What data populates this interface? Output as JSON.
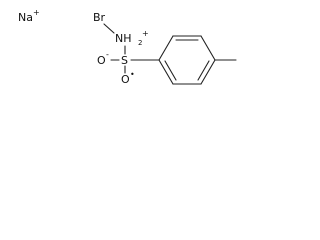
{
  "molecule": {
    "sodium": {
      "symbol": "Na",
      "charge": "+"
    },
    "bromine": {
      "symbol": "Br"
    },
    "nitrogen": {
      "symbol": "NH",
      "hydrogen_count": "2",
      "charge": "+"
    },
    "sulfur": {
      "symbol": "S"
    },
    "oxygen_left": {
      "symbol": "O",
      "charge": "-"
    },
    "oxygen_bottom": {
      "symbol": "O",
      "radical": "•"
    }
  }
}
